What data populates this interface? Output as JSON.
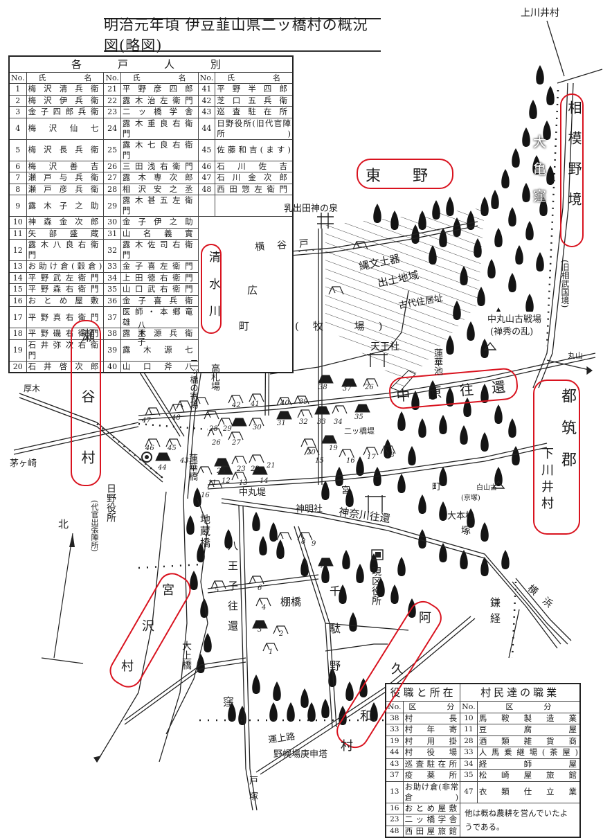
{
  "title": "明治元年頃 伊豆韮山県二ッ橋村の概況図(略図)",
  "corner_label": "上川井村",
  "household_table": {
    "caption": "各戸人別",
    "headers": {
      "no": "No.",
      "name_surname": "氏",
      "name_given": "名"
    },
    "columns": [
      [
        {
          "no": "1",
          "name": "梅沢清兵衛"
        },
        {
          "no": "2",
          "name": "梅沢伊兵衛"
        },
        {
          "no": "3",
          "name": "金子四郎兵衛"
        },
        {
          "no": "4",
          "name": "梅沢仙七"
        },
        {
          "no": "5",
          "name": "梅沢長兵衛"
        },
        {
          "no": "6",
          "name": "梅沢善吉"
        },
        {
          "no": "7",
          "name": "瀬戸与兵衛"
        },
        {
          "no": "8",
          "name": "瀬戸彦兵衛"
        },
        {
          "no": "9",
          "name": "露木子之助"
        },
        {
          "no": "10",
          "name": "神森金次郎"
        },
        {
          "no": "11",
          "name": "矢部盛蔵"
        },
        {
          "no": "12",
          "name": "露木八良右衛門"
        },
        {
          "no": "13",
          "name": "お助け倉(穀倉)"
        },
        {
          "no": "14",
          "name": "平野武左衛門"
        },
        {
          "no": "15",
          "name": "平野森右衛門"
        },
        {
          "no": "16",
          "name": "おとめ屋敷"
        },
        {
          "no": "17",
          "name": "平野真右衛門"
        },
        {
          "no": "18",
          "name": "平野磯右衛門"
        },
        {
          "no": "19",
          "name": "石井弥次右衛門"
        },
        {
          "no": "20",
          "name": "石井啓次郎"
        }
      ],
      [
        {
          "no": "21",
          "name": "平野彦四郎"
        },
        {
          "no": "22",
          "name": "露木治左衛門"
        },
        {
          "no": "23",
          "name": "二ッ橋学舎"
        },
        {
          "no": "24",
          "name": "露木重良右衛門"
        },
        {
          "no": "25",
          "name": "露木七良右衛門"
        },
        {
          "no": "26",
          "name": "三田浅右衛門"
        },
        {
          "no": "27",
          "name": "露木専次郎"
        },
        {
          "no": "28",
          "name": "相沢安之丞"
        },
        {
          "no": "29",
          "name": "露木甚五左衛門"
        },
        {
          "no": "30",
          "name": "金子伊之助"
        },
        {
          "no": "31",
          "name": "山名義實"
        },
        {
          "no": "32",
          "name": "露木佐司右衛門"
        },
        {
          "no": "33",
          "name": "金子喜左衛門"
        },
        {
          "no": "34",
          "name": "上田徳右衛門"
        },
        {
          "no": "35",
          "name": "山口武右衛門"
        },
        {
          "no": "36",
          "name": "金子喜兵衛"
        },
        {
          "no": "37",
          "name": "医師・本郷竜雄"
        },
        {
          "no": "38",
          "name": "露木源兵衛"
        },
        {
          "no": "39",
          "name": "露木源七"
        },
        {
          "no": "40",
          "name": "山口斧八"
        }
      ],
      [
        {
          "no": "41",
          "name": "平野半四郎"
        },
        {
          "no": "42",
          "name": "芝口五兵衛"
        },
        {
          "no": "43",
          "name": "巡査駐在所"
        },
        {
          "no": "44",
          "name": "日野役所(旧代官陣所)"
        },
        {
          "no": "45",
          "name": "佐藤和吉(ます)"
        },
        {
          "no": "46",
          "name": "石川佐吉"
        },
        {
          "no": "47",
          "name": "石川金次郎"
        },
        {
          "no": "48",
          "name": "西田惣左衛門"
        }
      ]
    ]
  },
  "occupation_table": {
    "caption_left": "役職と所在",
    "caption_right": "村民達の職業",
    "headers": {
      "no": "No.",
      "category_a": "区",
      "category_b": "分"
    },
    "roles": [
      {
        "no": "38",
        "name": "村長"
      },
      {
        "no": "33",
        "name": "村年寄"
      },
      {
        "no": "19",
        "name": "村用掛"
      },
      {
        "no": "44",
        "name": "村役場"
      },
      {
        "no": "43",
        "name": "巡査駐在所"
      },
      {
        "no": "37",
        "name": "疫薬所"
      },
      {
        "no": "13",
        "name": "お助け倉(非常倉)"
      },
      {
        "no": "16",
        "name": "おとめ屋敷"
      },
      {
        "no": "23",
        "name": "二ッ橋学舎"
      },
      {
        "no": "48",
        "name": "西田屋旅館"
      }
    ],
    "occupations": [
      {
        "no": "10",
        "name": "馬鞍製造業"
      },
      {
        "no": "11",
        "name": "豆腐屋"
      },
      {
        "no": "28",
        "name": "酒類雑貨商"
      },
      {
        "no": "33",
        "name": "人馬乗継場(茶屋)"
      },
      {
        "no": "34",
        "name": "経師屋"
      },
      {
        "no": "35",
        "name": "松崎屋旅館"
      },
      {
        "no": "47",
        "name": "衣類仕立業"
      }
    ],
    "note": "他は概ね農耕を営んでいたようである。"
  },
  "map": {
    "highlight_color": "#d9131f",
    "highlighted_labels": [
      {
        "id": "higashino",
        "text": "東野"
      },
      {
        "id": "sagami",
        "text": "相模野境"
      },
      {
        "id": "shimizu",
        "text": "清水川"
      },
      {
        "id": "seya",
        "text": "瀬谷村"
      },
      {
        "id": "nakahara",
        "text": "中原往還"
      },
      {
        "id": "tsuzuki",
        "text": "都筑郡"
      },
      {
        "id": "shimokawai",
        "text": "下川井村"
      },
      {
        "id": "miyazawa",
        "text": "宮沢村"
      },
      {
        "id": "akuwa",
        "text": "阿久和村"
      }
    ],
    "labels": {
      "nyushutsuta": "乳出田神の泉",
      "yokoyato": "横谷戸",
      "jomon": "縄文土器",
      "shutsudo": "出土地域",
      "kodai": "古代住居址",
      "ohkamekubo": "大亀窪",
      "kyu_sobu": "(旧相武国境)",
      "nakamaruyama": "中丸山古戦場",
      "zenshu": "(禅秀の乱)",
      "maruyama": "丸山",
      "hiro": "広",
      "machi": "町",
      "makiba": "(牧 場)",
      "tennosha": "天王社",
      "rengeike": "蓮華池",
      "hachioji": "八王子",
      "atsugi": "厚木",
      "chigasaki": "茅ヶ崎",
      "takafuda": "高札場",
      "futatsubashi_yori": "二ッ橋の寄場",
      "futatsubashi_tsutsumi": "二ッ橋堤",
      "rengebashi": "蓮華橋",
      "hino_yakusho": "日野役所",
      "daikan": "(代官出張陣所)",
      "kita": "北",
      "nakamaru_tsutsumi": "中丸堤",
      "shinmeisha": "神明社",
      "kanagawa": "神奈川往還",
      "miya": "宮",
      "machi2": "町",
      "hakusanko": "白山古",
      "kyosaku": "(京塚)",
      "ohonmatsu": "大本松",
      "tsuka": "塚",
      "jizobashi": "地蔵橋",
      "hachiojiokan": "八王子往還",
      "kenyakusho": "現区役所",
      "sendano": "千駄野",
      "tanahashi": "棚橋",
      "ohkamibashi": "大上橋",
      "kubo": "窪",
      "unjo": "運上路",
      "nobahoba": "野幌場庚申塔",
      "totsuka": "戸塚",
      "kamakyo": "鎌経",
      "yokohama": "横浜"
    },
    "house_numbers": [
      "1",
      "2",
      "3",
      "4",
      "5",
      "6",
      "7",
      "8",
      "9",
      "11",
      "12",
      "13",
      "14",
      "15",
      "16",
      "17",
      "18",
      "19",
      "20",
      "21",
      "22",
      "23",
      "25",
      "26",
      "27",
      "28",
      "29",
      "30",
      "31",
      "32",
      "33",
      "34",
      "35",
      "36",
      "37",
      "38",
      "39",
      "40",
      "41",
      "42",
      "43",
      "44",
      "45",
      "46",
      "47",
      "48"
    ]
  }
}
